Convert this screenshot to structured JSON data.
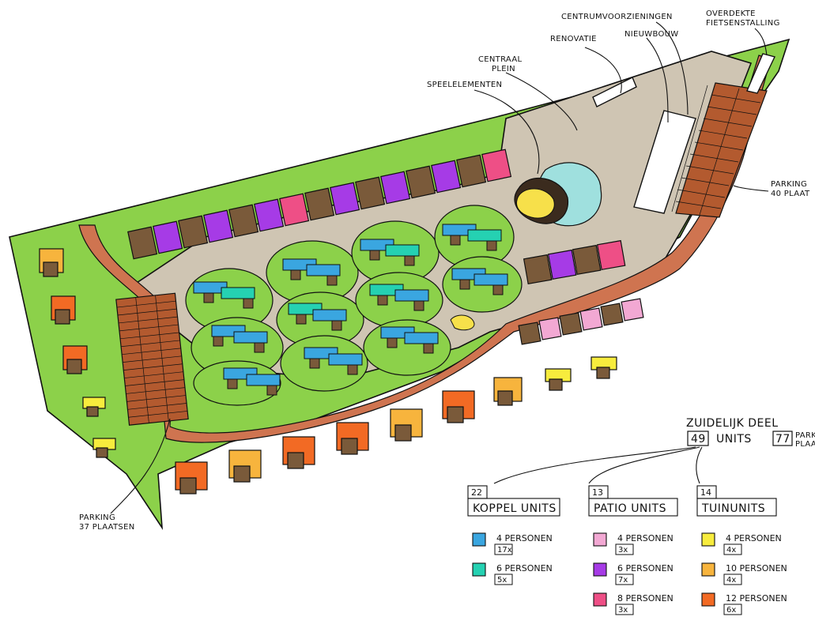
{
  "labels": {
    "centrumvoorzieningen": "CENTRUMVOORZIENINGEN",
    "renovatie": "RENOVATIE",
    "nieuwbouw": "NIEUWBOUW",
    "overdekte_1": "OVERDEKTE",
    "overdekte_2": "FIETSENSTALLING",
    "centraal_1": "CENTRAAL",
    "centraal_2": "PLEIN",
    "speelelementen": "SPEELELEMENTEN",
    "parking_right_1": "PARKING",
    "parking_right_2": "40 PLAAT",
    "parking_left_1": "PARKING",
    "parking_left_2": "37 PLAATSEN"
  },
  "summary": {
    "title": "ZUIDELIJK DEEL",
    "units_count": "49",
    "units_label": "UNITS",
    "parking_count": "77",
    "parking_label_1": "PARK",
    "parking_label_2": "PLAA"
  },
  "legend": {
    "groups": [
      {
        "count": "22",
        "title": "KOPPEL UNITS",
        "items": [
          {
            "color": "#3aa6e0",
            "label": "4 PERSONEN",
            "count": "17x"
          },
          {
            "color": "#25d1b2",
            "label": "6 PERSONEN",
            "count": "5x"
          }
        ]
      },
      {
        "count": "13",
        "title": "PATIO UNITS",
        "items": [
          {
            "color": "#f2a8d3",
            "label": "4 PERSONEN",
            "count": "3x"
          },
          {
            "color": "#a63be6",
            "label": "6 PERSONEN",
            "count": "7x"
          },
          {
            "color": "#ee4f86",
            "label": "8 PERSONEN",
            "count": "3x"
          }
        ]
      },
      {
        "count": "14",
        "title": "TUINUNITS",
        "items": [
          {
            "color": "#f7ec3d",
            "label": "4 PERSONEN",
            "count": "4x"
          },
          {
            "color": "#f7b43d",
            "label": "10 PERSONEN",
            "count": "4x"
          },
          {
            "color": "#f26a24",
            "label": "12 PERSONEN",
            "count": "6x"
          }
        ]
      }
    ]
  },
  "colors": {
    "grass": "#8cd14a",
    "plaza": "#cfc5b3",
    "path": "#cf7450",
    "parking": "#b35a2f",
    "roof_brown": "#7a5a3a",
    "pond": "#9fe0de",
    "sand": "#f7e04a"
  }
}
